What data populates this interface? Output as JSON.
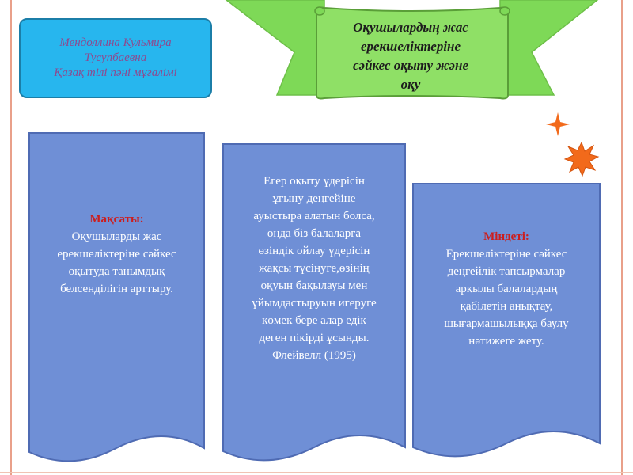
{
  "author": {
    "name_line1": "Мендоллина  Кульмира",
    "name_line2": "Тусупбаевна",
    "role": "Қазақ тілі пәні  мұғалімі"
  },
  "banner": {
    "line1": "Оқушылардың  жас",
    "line2": "ерекшеліктеріне",
    "line3": "сәйкес оқыту  және",
    "line4": "оқу"
  },
  "card_goal": {
    "title": "Мақсаты:",
    "lines": [
      "Оқушыларды жас",
      "ерекшеліктеріне сәйкес",
      "оқытуда танымдық",
      "белсенділігін арттыру."
    ]
  },
  "card_quote": {
    "lines": [
      "Егер оқыту  үдерісін",
      "ұғыну деңгейіне",
      "ауыстыра  алатын  болса,",
      "онда біз балаларға",
      "өзіндік  ойлау  үдерісін",
      "жақсы  түсінуге,өзінің",
      "оқуын бақылауы  мен",
      "ұйымдастыруын  игеруге",
      "көмек  бере  алар  едік",
      "деген  пікірді  ұсынды.",
      "Флейвелл (1995)"
    ]
  },
  "card_task": {
    "title": "Міндеті:",
    "lines": [
      "Ерекшеліктеріне  сәйкес",
      "деңгейлік тапсырмалар",
      "арқылы балалардың",
      "қабілетін  анықтау,",
      "шығармашылыққа баулу",
      "нәтижеге жету."
    ]
  },
  "colors": {
    "banner_green": "#7ed957",
    "card_blue": "#6f8fd6",
    "author_blue": "#27b6ee",
    "title_red": "#cc1e1e",
    "deco_orange": "#f26a1b"
  }
}
